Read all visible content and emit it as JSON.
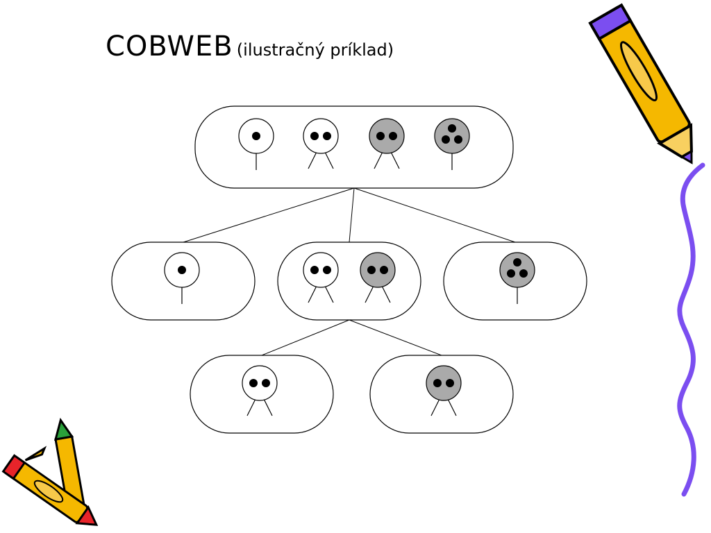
{
  "title": {
    "main": "COBWEB",
    "sub": "(ilustračný príklad)"
  },
  "tree": {
    "nodes": [
      {
        "id": "root",
        "level": 0,
        "items": [
          "white-1",
          "white-2",
          "grey-2",
          "grey-3"
        ]
      },
      {
        "id": "a",
        "level": 1,
        "parent": "root",
        "items": [
          "white-1"
        ]
      },
      {
        "id": "b",
        "level": 1,
        "parent": "root",
        "items": [
          "white-2",
          "grey-2"
        ]
      },
      {
        "id": "c",
        "level": 1,
        "parent": "root",
        "items": [
          "grey-3"
        ]
      },
      {
        "id": "b1",
        "level": 2,
        "parent": "b",
        "items": [
          "white-2"
        ]
      },
      {
        "id": "b2",
        "level": 2,
        "parent": "b",
        "items": [
          "grey-2"
        ]
      }
    ]
  },
  "decorations": [
    "pencil-icon",
    "crayons-icon",
    "purple-squiggle"
  ],
  "colors": {
    "white_body": "#ffffff",
    "grey_body": "#aaaaaa",
    "pencil_yellow": "#f5b800",
    "pencil_purple": "#7b4ef0",
    "crayon_red": "#e8242a",
    "crayon_green": "#2aa03a"
  }
}
